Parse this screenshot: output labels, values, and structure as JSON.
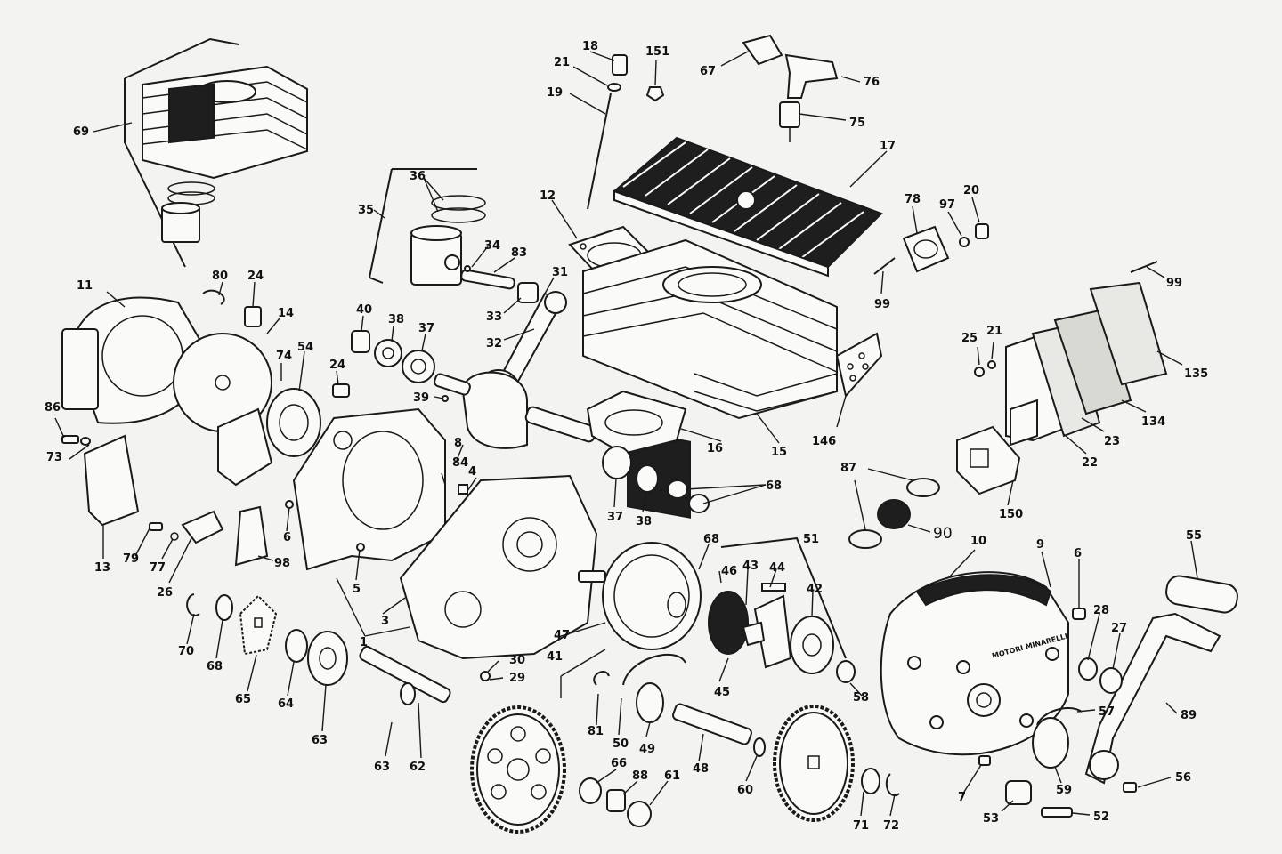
{
  "diagram": {
    "labels": {
      "l1": "1",
      "l3": "3",
      "l4": "4",
      "l5": "5",
      "l6a": "6",
      "l6b": "6",
      "l7": "7",
      "l8": "8",
      "l9": "9",
      "l10": "10",
      "l11": "11",
      "l12": "12",
      "l13": "13",
      "l14": "14",
      "l15": "15",
      "l16": "16",
      "l17": "17",
      "l18": "18",
      "l19": "19",
      "l20": "20",
      "l21a": "21",
      "l21b": "21",
      "l22": "22",
      "l23": "23",
      "l24a": "24",
      "l24b": "24",
      "l25": "25",
      "l26": "26",
      "l27": "27",
      "l28": "28",
      "l29": "29",
      "l30": "30",
      "l31": "31",
      "l32": "32",
      "l33": "33",
      "l34": "34",
      "l35": "35",
      "l36": "36",
      "l37a": "37",
      "l37b": "37",
      "l38a": "38",
      "l38b": "38",
      "l39": "39",
      "l40": "40",
      "l41": "41",
      "l42": "42",
      "l43": "43",
      "l44": "44",
      "l45": "45",
      "l46": "46",
      "l47": "47",
      "l48": "48",
      "l49": "49",
      "l50": "50",
      "l51": "51",
      "l52": "52",
      "l53": "53",
      "l54": "54",
      "l55": "55",
      "l56": "56",
      "l57": "57",
      "l58": "58",
      "l59": "59",
      "l60": "60",
      "l61": "61",
      "l62": "62",
      "l63a": "63",
      "l63b": "63",
      "l64": "64",
      "l65": "65",
      "l66": "66",
      "l67": "67",
      "l68a": "68",
      "l68b": "68",
      "l68c": "68",
      "l69": "69",
      "l70": "70",
      "l71": "71",
      "l72": "72",
      "l73": "73",
      "l74": "74",
      "l75": "75",
      "l76": "76",
      "l77": "77",
      "l78": "78",
      "l79": "79",
      "l80": "80",
      "l81": "81",
      "l83": "83",
      "l84": "84",
      "l86": "86",
      "l87": "87",
      "l88": "88",
      "l89": "89",
      "l90": "90",
      "l97": "97",
      "l98": "98",
      "l99a": "99",
      "l99b": "99",
      "l134": "134",
      "l135": "135",
      "l146": "146",
      "l150": "150",
      "l151": "151"
    },
    "cover_text": "MOTORI MINARELLI"
  }
}
